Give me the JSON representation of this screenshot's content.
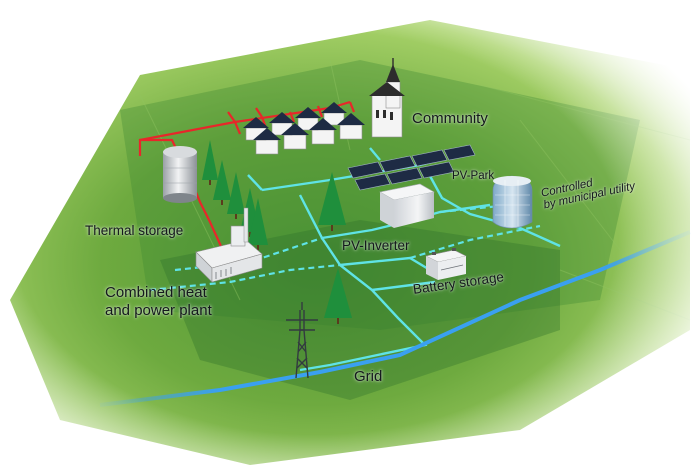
{
  "labels": {
    "community": "Community",
    "pv_park": "PV-Park",
    "controlled_line1": "Controlled",
    "controlled_line2": "by municipal utility",
    "thermal_storage": "Thermal storage",
    "pv_inverter": "PV-Inverter",
    "chp_line1": "Combined heat",
    "chp_line2": "and power plant",
    "battery_storage": "Battery storage",
    "grid": "Grid"
  },
  "colors": {
    "field_light": "#8fc64a",
    "field_dark": "#3d7f2f",
    "heat_line": "#e8262a",
    "power_line": "#5fe3e6",
    "grid_line": "#3aa0f0",
    "tree": "#1f8f3c",
    "solar_panel": "#1e2b44",
    "label_text": "#14181d"
  },
  "icons": {
    "community": "houses-and-church-icon",
    "pv_park": "solar-panel-array-icon",
    "thermal_storage": "storage-tank-icon",
    "chp": "power-plant-icon",
    "inverter": "inverter-box-icon",
    "utility": "office-building-icon",
    "battery": "battery-icon",
    "grid": "transmission-tower-icon"
  }
}
